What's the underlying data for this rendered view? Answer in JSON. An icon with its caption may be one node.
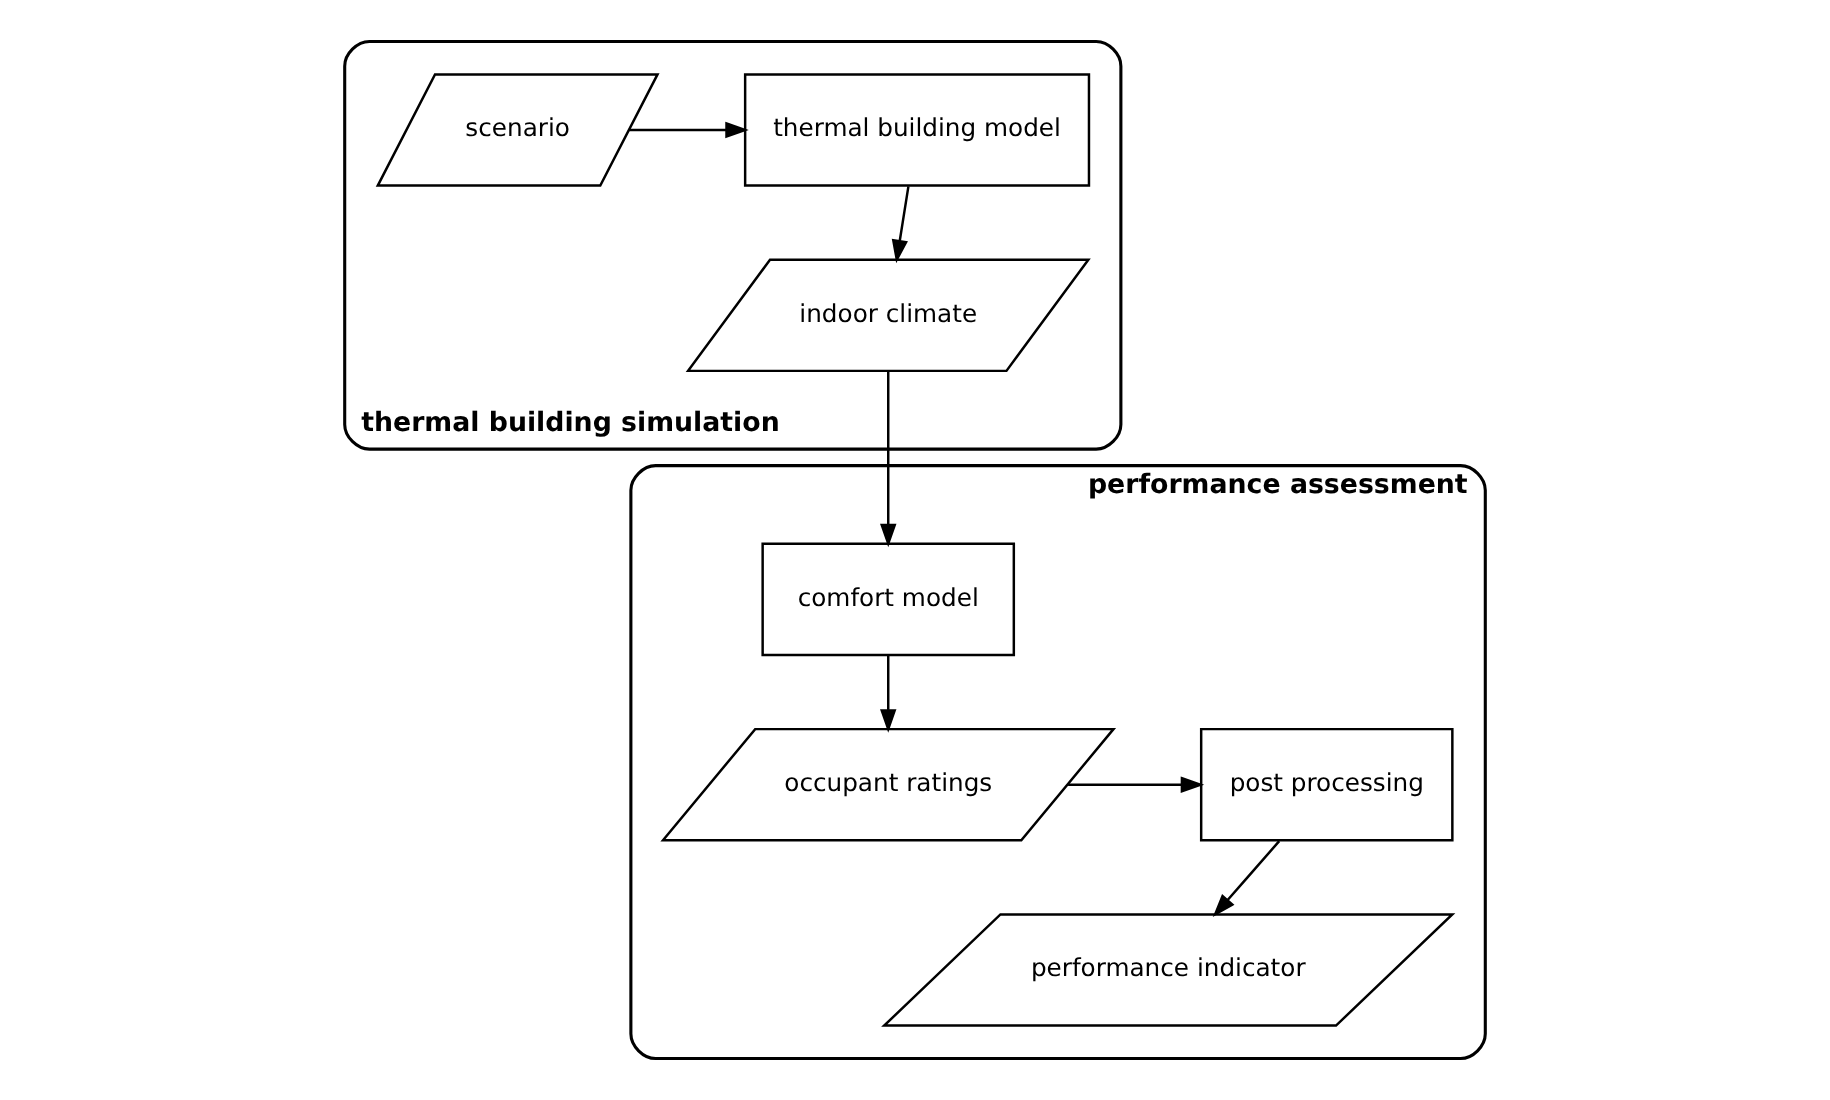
{
  "diagram": {
    "nodes": [
      {
        "text": [
          "thermal building simulation"
        ]
      },
      {
        "text": [
          "scenario"
        ],
        "in": 0
      },
      {
        "text": [
          "thermal building model"
        ],
        "in": 0
      },
      {
        "text": [
          "indoor climate"
        ],
        "in": 0
      },
      {
        "text": [
          "performance assessment"
        ]
      },
      {
        "text": [
          "comfort model"
        ],
        "in": 4
      },
      {
        "text": [
          "occupant ratings"
        ],
        "in": 4
      },
      {
        "text": [
          "post processing"
        ],
        "in": 4
      },
      {
        "text": [
          "performance indicator"
        ],
        "in": 4
      }
    ],
    "edges": [
      {
        "from": 1,
        "to": 2,
        "arrow": "to"
      },
      {
        "from": 2,
        "to": 3,
        "arrow": "to"
      },
      {
        "from": 3,
        "to": 5,
        "arrow": "to"
      },
      {
        "from": 5,
        "to": 6,
        "arrow": "to"
      },
      {
        "from": 6,
        "to": 7,
        "arrow": "to"
      },
      {
        "from": 7,
        "to": 8,
        "arrow": "to"
      }
    ]
  }
}
